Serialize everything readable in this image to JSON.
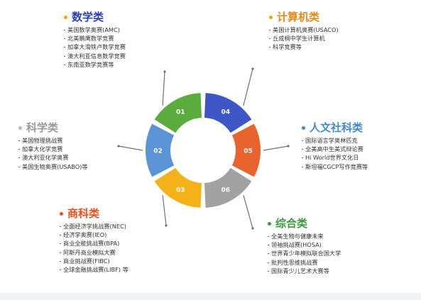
{
  "categories": [
    {
      "id": "math",
      "title": "数学类",
      "color": "#2b3fb1",
      "dot_color": "#f5a400",
      "items": [
        "美国数学奥赛(AMC)",
        "北美鹏鹰数学竞赛",
        "加拿大滑铁卢数学竞赛",
        "澳大利亚信息数学竞赛",
        "东南亚数学竞赛等"
      ]
    },
    {
      "id": "computer",
      "title": "计算机类",
      "color": "#e8881b",
      "dot_color": "#f5a400",
      "items": [
        "美国计算机奥赛(USACO)",
        "丘成桐中学生计算机",
        "科学竞赛等"
      ]
    },
    {
      "id": "science",
      "title": "科学类",
      "color": "#9a9a9a",
      "dot_color": "#b8b8b8",
      "items": [
        "美国物理挑战赛",
        "加拿大化学竞赛",
        "澳大利亚化学奥赛",
        "美国生物奥赛(USABO)等"
      ]
    },
    {
      "id": "humanities",
      "title": "人文社科类",
      "color": "#3e8bd0",
      "dot_color": "#3e8bd0",
      "items": [
        "国际语言学奥林匹克",
        "全美高中生美式辩论赛",
        "Hi World世界文化日",
        "斯坦福CGCP写作竞赛等"
      ]
    },
    {
      "id": "business",
      "title": "商科类",
      "color": "#e8501c",
      "dot_color": "#e8501c",
      "items": [
        "全面经济学挑战赛(NEC)",
        "经济学奥赛(IEO)",
        "商业全能挑战赛(BPA)",
        "阿斯丹商业模拟大赛",
        "商业挑战赛(FIBC)",
        "全球金融挑战赛(LIBF) 等"
      ]
    },
    {
      "id": "comprehensive",
      "title": "综合类",
      "color": "#3b9a3a",
      "dot_color": "#3b9a3a",
      "items": [
        "全美生物与健康未来",
        "领袖挑战赛(HOSA)",
        "世界青少年模拟联合国大学",
        "批判性思维挑战赛",
        "国际青少儿艺术大赛等"
      ]
    }
  ],
  "wheel": {
    "segments": [
      {
        "label": "01",
        "color": "#5aad3c"
      },
      {
        "label": "04",
        "color": "#3f57c6"
      },
      {
        "label": "05",
        "color": "#e8632d"
      },
      {
        "label": "06",
        "color": "#a2a2a2"
      },
      {
        "label": "03",
        "color": "#f5b118"
      },
      {
        "label": "02",
        "color": "#5a93d6"
      }
    ],
    "connector_color": "#707070"
  }
}
